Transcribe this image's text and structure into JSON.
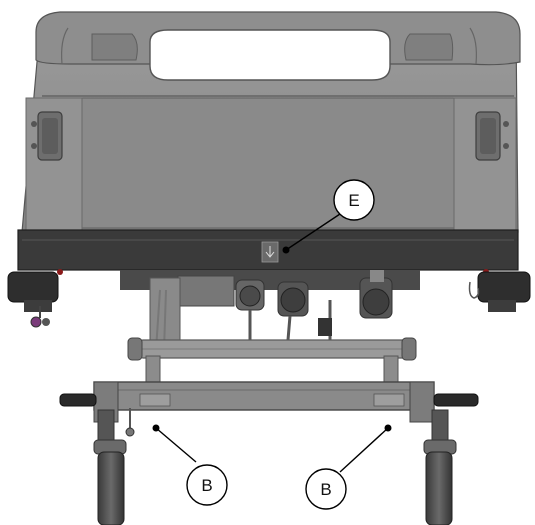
{
  "callouts": [
    {
      "id": "E",
      "label": "E"
    },
    {
      "id": "B-left",
      "label": "B"
    },
    {
      "id": "B-right",
      "label": "B"
    }
  ],
  "colors": {
    "headboard": "#8b8b8b",
    "headboard_dark": "#6f6f6f",
    "frame": "#3a3a3a",
    "metal": "#9a9a9a",
    "metal_dark": "#5a5a5a",
    "accent": "#8b1a1a"
  }
}
